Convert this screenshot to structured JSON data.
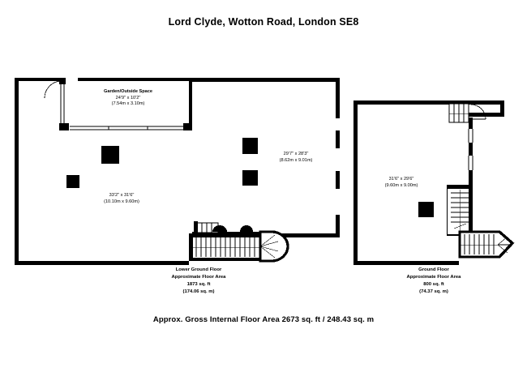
{
  "title": "Lord Clyde, Wotton Road, London SE8",
  "gross_area": "Approx. Gross Internal Floor Area 2673 sq. ft / 248.43 sq. m",
  "rooms": [
    {
      "id": "garden",
      "name": "Garden/Outside Space",
      "imperial": "24'9\" x 10'2\"",
      "metric": "(7.54m x 3.10m)"
    },
    {
      "id": "lower-ground-main",
      "name": "",
      "imperial": "33'2\" x 31'6\"",
      "metric": "(10.10m x 9.60m)"
    },
    {
      "id": "lower-ground-rear",
      "name": "",
      "imperial": "29'7\" x 28'3\"",
      "metric": "(8.62m x 9.01m)"
    },
    {
      "id": "ground-main",
      "name": "",
      "imperial": "31'6\" x 29'6\"",
      "metric": "(9.60m x 9.00m)"
    }
  ],
  "floors": [
    {
      "id": "lower-ground",
      "name": "Lower Ground Floor",
      "area_caption": "Approximate Floor Area",
      "area_sqft": "1873 sq. ft",
      "area_sqm": "(174.06 sq. m)"
    },
    {
      "id": "ground",
      "name": "Ground Floor",
      "area_caption": "Approximate Floor Area",
      "area_sqft": "800 sq. ft",
      "area_sqm": "(74.37 sq. m)"
    }
  ],
  "colors": {
    "wall": "#000000",
    "background": "#ffffff",
    "text": "#000000"
  }
}
